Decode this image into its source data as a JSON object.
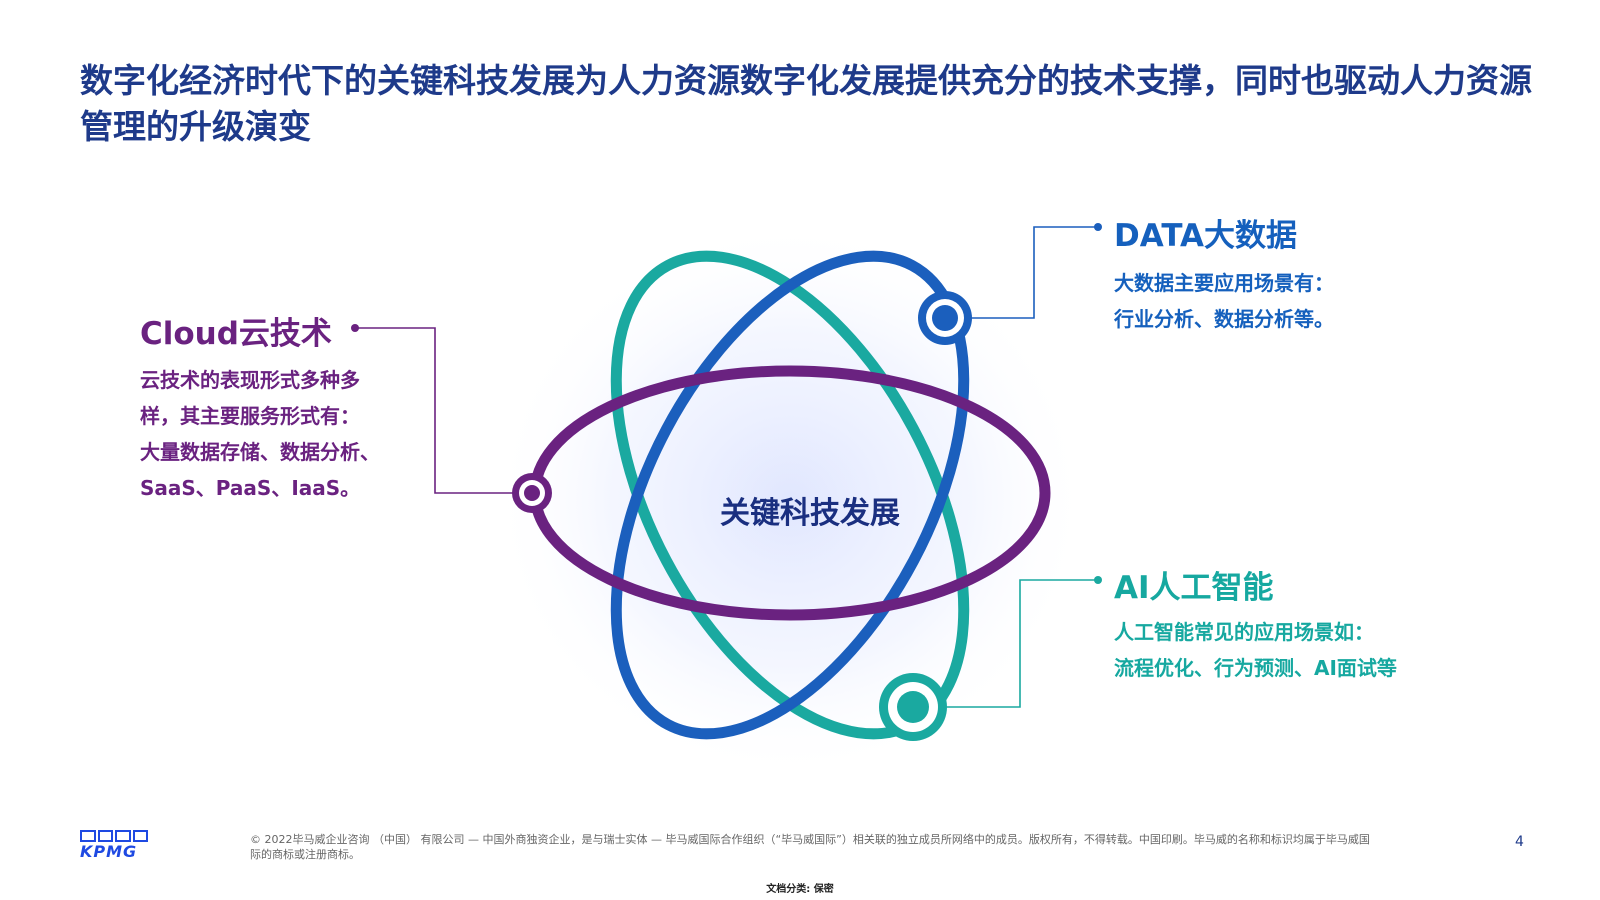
{
  "title": "数字化经济时代下的关键科技发展为人力资源数字化发展提供充分的技术支撑，同时也驱动人力资源管理的升级演变",
  "center_label": "关键科技发展",
  "cloud": {
    "title": "Cloud云技术",
    "lines": [
      "云技术的表现形式多种多",
      "样，其主要服务形式有：",
      "大量数据存储、数据分析、",
      "SaaS、PaaS、IaaS。"
    ],
    "color": "#6a2280"
  },
  "data": {
    "title": "DATA大数据",
    "lines": [
      "大数据主要应用场景有：",
      "行业分析、数据分析等。"
    ],
    "color": "#1560bd"
  },
  "ai": {
    "title": "AI人工智能",
    "lines": [
      "人工智能常见的应用场景如：",
      "流程优化、行为预测、AI面试等"
    ],
    "color": "#16a8a0"
  },
  "footer": {
    "logo": "KPMG",
    "copyright": "© 2022毕马威企业咨询 （中国） 有限公司 — 中国外商独资企业，是与瑞士实体 — 毕马威国际合作组织（“毕马威国际”）相关联的独立成员所网络中的成员。版权所有，不得转载。中国印刷。毕马威的名称和标识均属于毕马威国际的商标或注册商标。",
    "page_number": "4",
    "classification": "文档分类: 保密"
  }
}
